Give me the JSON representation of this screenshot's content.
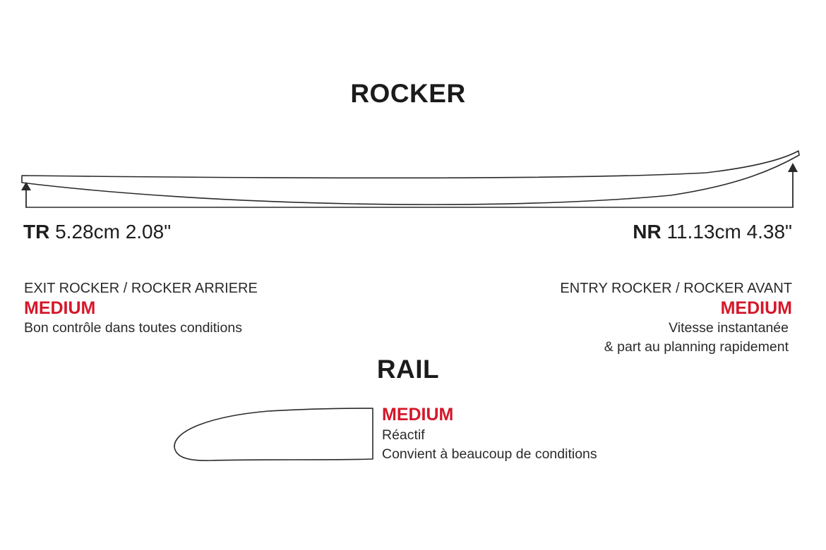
{
  "rocker": {
    "title": "ROCKER",
    "tail": {
      "code": "TR",
      "value": "5.28cm 2.08\""
    },
    "nose": {
      "code": "NR",
      "value": "11.13cm 4.38\""
    },
    "exit": {
      "label": "EXIT ROCKER / ROCKER ARRIERE",
      "level": "MEDIUM",
      "lines": [
        "Bon contrôle dans toutes conditions"
      ]
    },
    "entry": {
      "label": "ENTRY ROCKER / ROCKER AVANT",
      "level": "MEDIUM",
      "lines": [
        "Vitesse instantanée",
        "& part au planning rapidement"
      ]
    }
  },
  "rail": {
    "title": "RAIL",
    "level": "MEDIUM",
    "lines": [
      "Réactif",
      "Convient à beaucoup de conditions"
    ]
  },
  "colors": {
    "accent": "#d5172a",
    "text": "#1e1e1e",
    "line": "#2a2a2a"
  }
}
